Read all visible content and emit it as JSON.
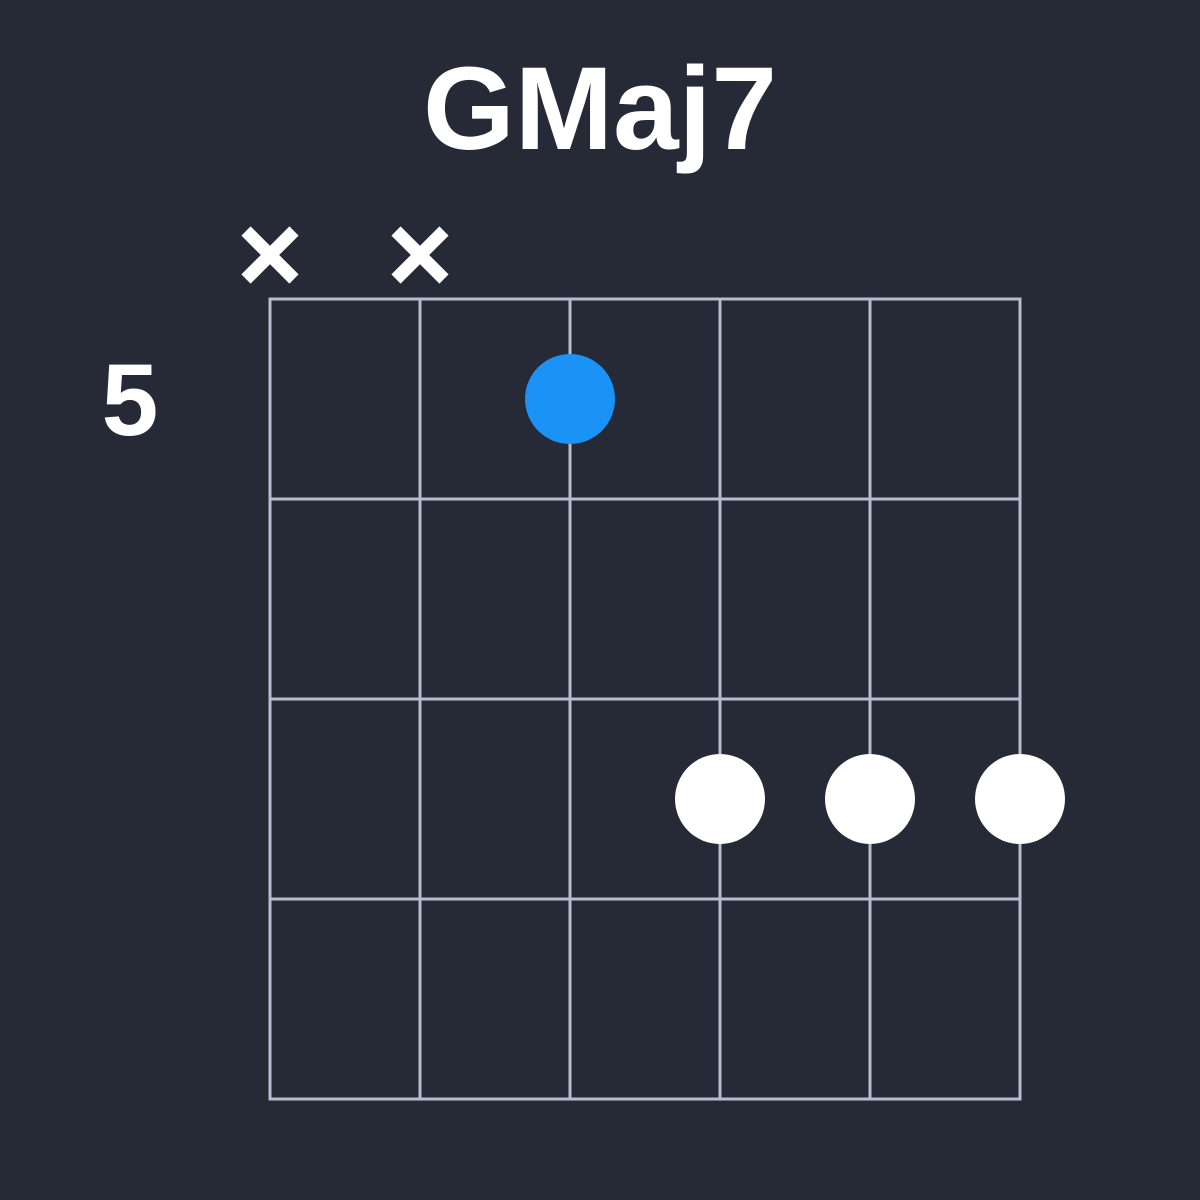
{
  "title": "GMaj7",
  "fret_label": "5",
  "colors": {
    "background": "#252a36",
    "grid_line": "#b5bdd1",
    "root_dot": "#1b93f6",
    "dot": "#ffffff",
    "muted_marker": "#ffffff",
    "text": "#ffffff"
  },
  "diagram": {
    "string_count": 6,
    "fret_count": 4,
    "starting_fret": 5,
    "muted_strings": [
      1,
      2
    ],
    "dots": [
      {
        "string": 3,
        "fret_row": 1,
        "variant": "root"
      },
      {
        "string": 4,
        "fret_row": 3,
        "variant": "plain"
      },
      {
        "string": 5,
        "fret_row": 3,
        "variant": "plain"
      },
      {
        "string": 6,
        "fret_row": 3,
        "variant": "plain"
      }
    ]
  }
}
